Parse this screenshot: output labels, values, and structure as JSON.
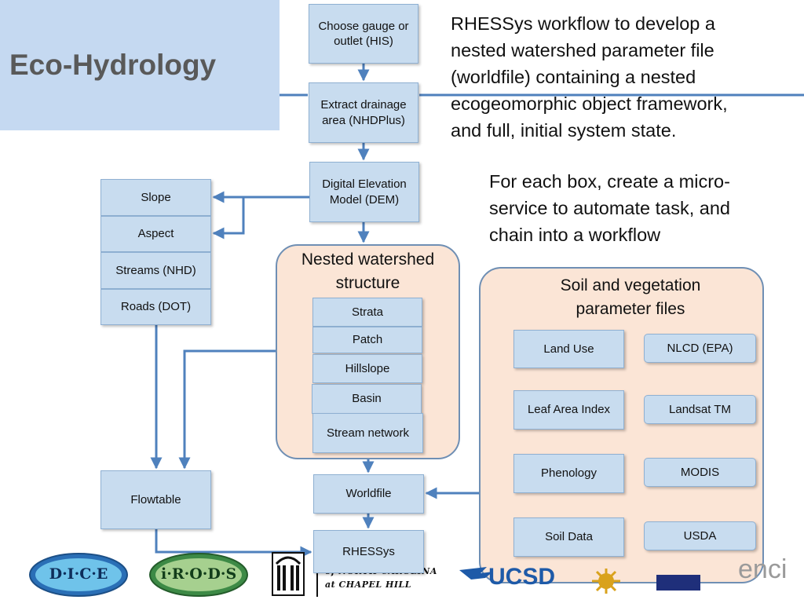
{
  "title": "Eco-Hydrology",
  "description_lines": [
    "RHESSys workflow to develop a",
    "nested watershed parameter file",
    "(worldfile) containing a nested",
    "ecogeomorphic object framework,",
    "and full, initial system state."
  ],
  "instruction_lines": [
    "For each box, create a micro-",
    "service to automate task, and",
    "chain into a workflow"
  ],
  "workflow": {
    "choose_gauge": "Choose gauge or outlet (HIS)",
    "extract_drainage": "Extract drainage area (NHDPlus)",
    "dem": "Digital Elevation Model (DEM)",
    "worldfile": "Worldfile",
    "rhessys": "RHESSys",
    "flowtable": "Flowtable"
  },
  "terrain_inputs": [
    "Slope",
    "Aspect",
    "Streams (NHD)",
    "Roads (DOT)"
  ],
  "nested": {
    "title": "Nested watershed structure",
    "items": [
      "Strata",
      "Patch",
      "Hillslope",
      "Basin",
      "Stream network"
    ]
  },
  "soil": {
    "title": "Soil and vegetation parameter files",
    "params": [
      "Land Use",
      "Leaf Area Index",
      "Phenology",
      "Soil Data"
    ],
    "sources": [
      "NLCD (EPA)",
      "Landsat TM",
      "MODIS",
      "USDA"
    ]
  },
  "logos": {
    "dice": "D·I·C·E",
    "irods": "i·R·O·D·S",
    "unc_line1": "of NORTH CAROLINA",
    "unc_line2": "at CHAPEL HILL",
    "ucsd": "UCSD",
    "renci": "enci"
  },
  "colors": {
    "box_fill": "#c8dcef",
    "arrow": "#4f81bd",
    "panel_fill": "#fbe5d6",
    "title_block": "#c5d9f1"
  }
}
